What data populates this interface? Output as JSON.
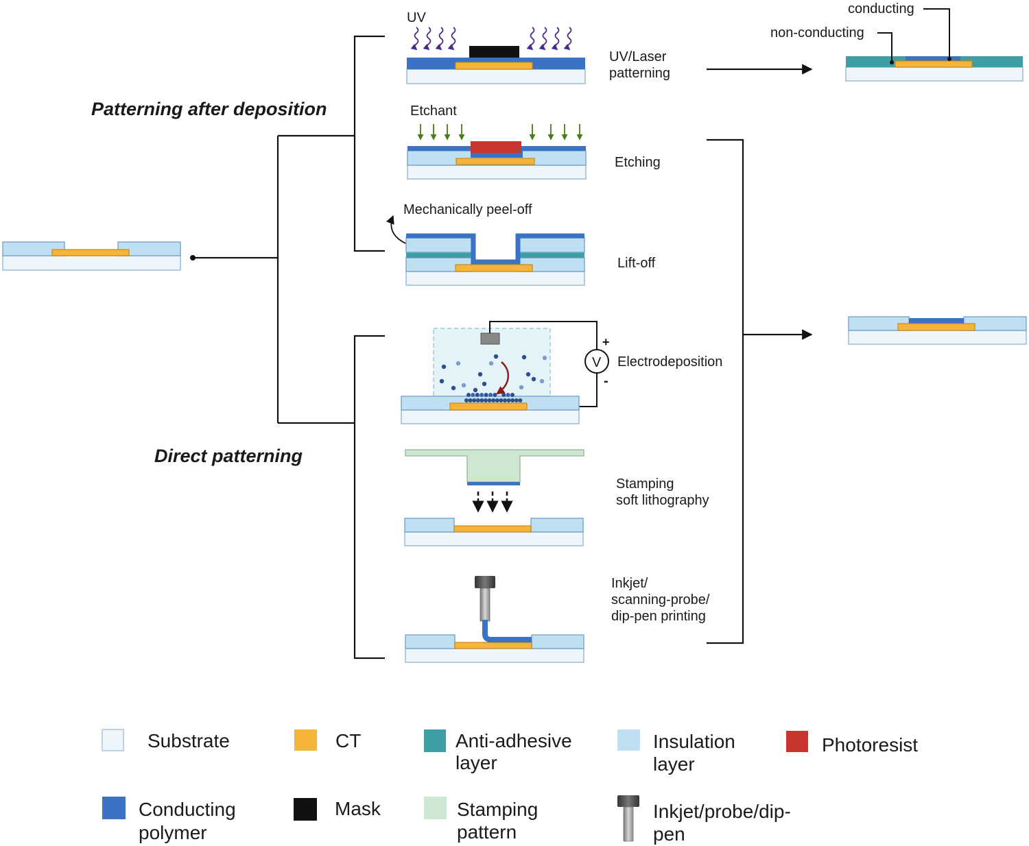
{
  "headings": {
    "after_deposition": "Patterning after deposition",
    "direct": "Direct patterning"
  },
  "labels": {
    "uv": "UV",
    "uv_laser_line1": "UV/Laser",
    "uv_laser_line2": "patterning",
    "conducting": "conducting",
    "non_conducting": "non-conducting",
    "etchant": "Etchant",
    "etching": "Etching",
    "peel_off": "Mechanically peel-off",
    "lift_off": "Lift-off",
    "electrodeposition": "Electrodeposition",
    "voltmeter": "V",
    "plus": "+",
    "minus": "-",
    "stamping_line1": "Stamping",
    "stamping_line2": "soft lithography",
    "inkjet_line1": "Inkjet/",
    "inkjet_line2": "scanning-probe/",
    "inkjet_line3": "dip-pen printing"
  },
  "legend": [
    {
      "key": "substrate",
      "lines": [
        "Substrate"
      ],
      "color": "#eef6fc"
    },
    {
      "key": "ct",
      "lines": [
        "CT"
      ],
      "color": "#f5b43a"
    },
    {
      "key": "anti_adhesive",
      "lines": [
        "Anti-adhesive",
        "layer"
      ],
      "color": "#3d9fa3"
    },
    {
      "key": "insulation",
      "lines": [
        "Insulation",
        "layer"
      ],
      "color": "#bfdff2"
    },
    {
      "key": "photoresist",
      "lines": [
        "Photoresist"
      ],
      "color": "#c8352e"
    },
    {
      "key": "conducting_polymer",
      "lines": [
        "Conducting",
        "polymer"
      ],
      "color": "#3a72c4"
    },
    {
      "key": "mask",
      "lines": [
        "Mask"
      ],
      "color": "#111111"
    },
    {
      "key": "stamping_pattern",
      "lines": [
        "Stamping",
        "pattern"
      ],
      "color": "#cfe6d2"
    },
    {
      "key": "pen",
      "lines": [
        "Inkjet/probe/dip-",
        "pen"
      ],
      "icon": "pen-icon"
    }
  ]
}
